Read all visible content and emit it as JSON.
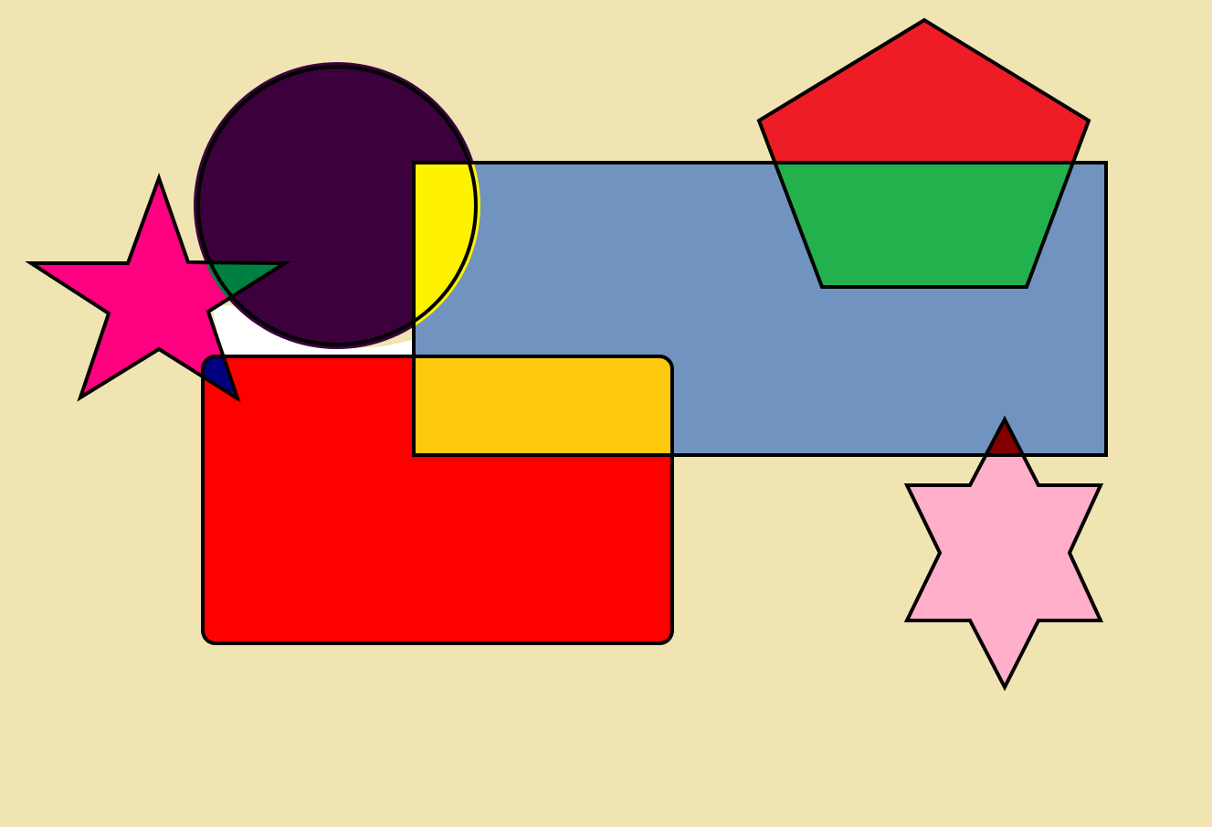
{
  "colors": {
    "background": "#F0E4B2",
    "outline": "#000000",
    "circle": "#3C003C",
    "rectangle_blue": "#7094BF",
    "rounded_rect": "#FF0000",
    "pentagon_top": "#EE1C25",
    "pentagon_bottom": "#22B14C",
    "star_five": "#FF0080",
    "star_six": "#FFAFC9",
    "overlap_circle_rect": "#FFF200",
    "overlap_rounded_rect_blue": "#FFC90E",
    "overlap_star_circle": "#008040",
    "overlap_star_rounded": "#000080",
    "overlap_star_six_rect": "#800000",
    "gap_region": "#FFFFFF"
  },
  "shapes": [
    "circle",
    "rectangle",
    "rounded-rectangle",
    "pentagon",
    "five-point-star",
    "six-point-star"
  ]
}
